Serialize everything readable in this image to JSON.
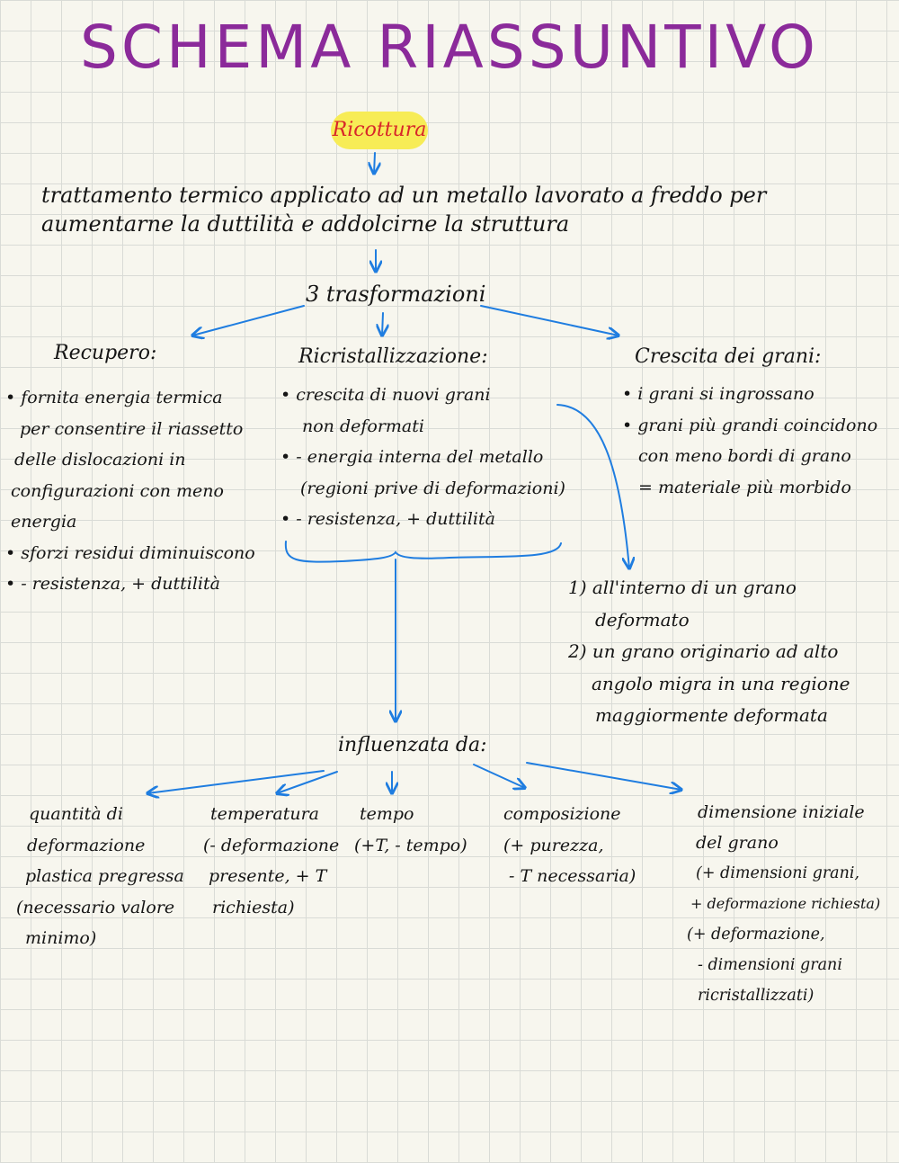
{
  "title": "SCHEMA RIASSUNTIVO",
  "root": "Ricottura",
  "definition": [
    "trattamento termico applicato ad un metallo lavorato a freddo per",
    "aumentarne la duttilità e addolcirne la struttura"
  ],
  "transformations_label": "3 trasformazioni",
  "recupero": {
    "heading": "Recupero:",
    "lines": [
      "• fornita energia termica",
      "per consentire il riassetto",
      "delle dislocazioni in",
      "configurazioni con meno",
      "energia",
      "• sforzi residui diminuiscono",
      "• - resistenza, + duttilità"
    ]
  },
  "ricristallizzazione": {
    "heading": "Ricristallizzazione:",
    "lines": [
      "• crescita di nuovi grani",
      "non deformati",
      "• - energia interna del metallo",
      "(regioni prive di deformazioni)",
      "• - resistenza, + duttilità"
    ],
    "mechanisms": [
      "1) all'interno di un grano",
      "deformato",
      "2) un grano originario ad alto",
      "angolo migra in una regione",
      "maggiormente deformata"
    ]
  },
  "crescita": {
    "heading": "Crescita dei grani:",
    "lines": [
      "• i grani si ingrossano",
      "• grani più grandi coincidono",
      "con meno bordi di grano",
      "= materiale più morbido"
    ]
  },
  "influenced_label": "influenzata da:",
  "factors": {
    "quantita": [
      "quantità di",
      "deformazione",
      "plastica pregressa",
      "(necessario valore",
      "minimo)"
    ],
    "temperatura": [
      "temperatura",
      "(- deformazione",
      "presente, + T",
      "richiesta)"
    ],
    "tempo": [
      "tempo",
      "(+T, - tempo)"
    ],
    "composizione": [
      "composizione",
      "(+ purezza,",
      "- T necessaria)"
    ],
    "dimensione": [
      "dimensione iniziale",
      "del grano",
      "(+ dimensioni grani,",
      "+ deformazione richiesta)",
      "(+ deformazione,",
      "- dimensioni grani",
      "ricristallizzati)"
    ]
  },
  "colors": {
    "title": "#8b2a9a",
    "root_text": "#d8262a",
    "highlight": "#f7ec56",
    "arrow": "#1f7de0"
  }
}
